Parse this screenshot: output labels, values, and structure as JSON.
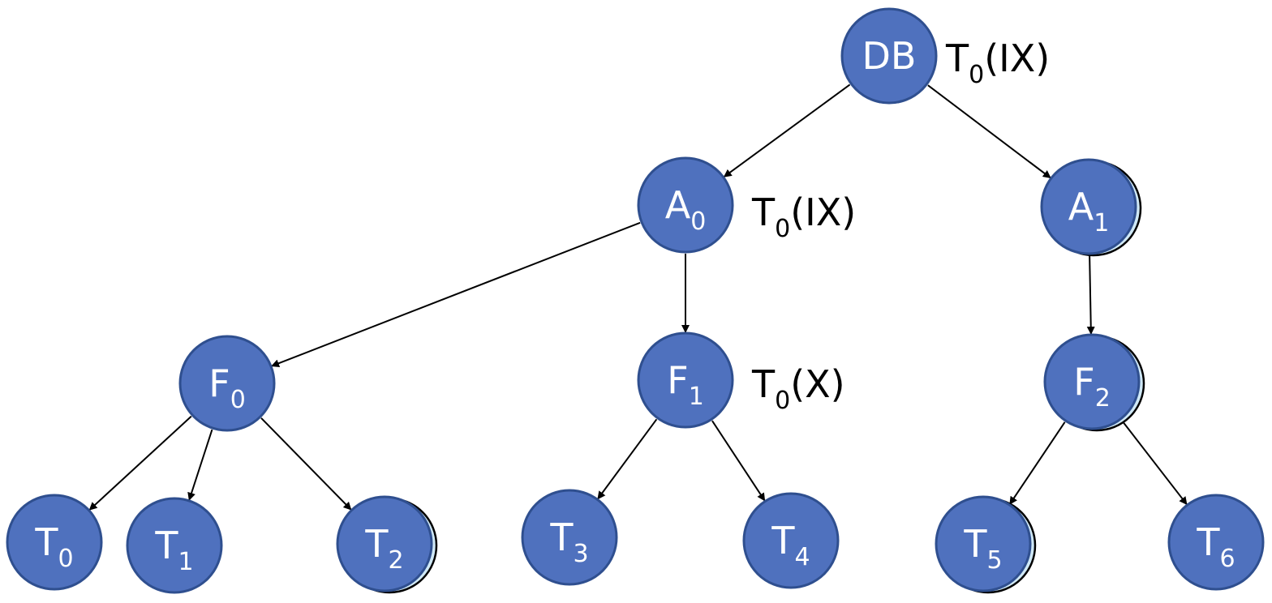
{
  "diagram": {
    "type": "lock-hierarchy-tree",
    "nodes": [
      {
        "id": "DB",
        "label": "DB",
        "sub": "",
        "shadow": false
      },
      {
        "id": "A0",
        "label": "A",
        "sub": "0",
        "shadow": false
      },
      {
        "id": "A1",
        "label": "A",
        "sub": "1",
        "shadow": true
      },
      {
        "id": "F0",
        "label": "F",
        "sub": "0",
        "shadow": false
      },
      {
        "id": "F1",
        "label": "F",
        "sub": "1",
        "shadow": false
      },
      {
        "id": "F2",
        "label": "F",
        "sub": "2",
        "shadow": true
      },
      {
        "id": "T0",
        "label": "T",
        "sub": "0",
        "shadow": false
      },
      {
        "id": "T1",
        "label": "T",
        "sub": "1",
        "shadow": false
      },
      {
        "id": "T2",
        "label": "T",
        "sub": "2",
        "shadow": true
      },
      {
        "id": "T3",
        "label": "T",
        "sub": "3",
        "shadow": false
      },
      {
        "id": "T4",
        "label": "T",
        "sub": "4",
        "shadow": false
      },
      {
        "id": "T5",
        "label": "T",
        "sub": "5",
        "shadow": true
      },
      {
        "id": "T6",
        "label": "T",
        "sub": "6",
        "shadow": false
      }
    ],
    "edges": [
      {
        "from": "DB",
        "to": "A0"
      },
      {
        "from": "DB",
        "to": "A1"
      },
      {
        "from": "A0",
        "to": "F0"
      },
      {
        "from": "A0",
        "to": "F1"
      },
      {
        "from": "A1",
        "to": "F2"
      },
      {
        "from": "F0",
        "to": "T0"
      },
      {
        "from": "F0",
        "to": "T1"
      },
      {
        "from": "F0",
        "to": "T2"
      },
      {
        "from": "F1",
        "to": "T3"
      },
      {
        "from": "F1",
        "to": "T4"
      },
      {
        "from": "F2",
        "to": "T5"
      },
      {
        "from": "F2",
        "to": "T6"
      }
    ],
    "locks": [
      {
        "node": "DB",
        "holder": "T",
        "holder_sub": "0",
        "mode": "(IX)"
      },
      {
        "node": "A0",
        "holder": "T",
        "holder_sub": "0",
        "mode": "(IX)"
      },
      {
        "node": "F1",
        "holder": "T",
        "holder_sub": "0",
        "mode": "(X)"
      }
    ]
  }
}
